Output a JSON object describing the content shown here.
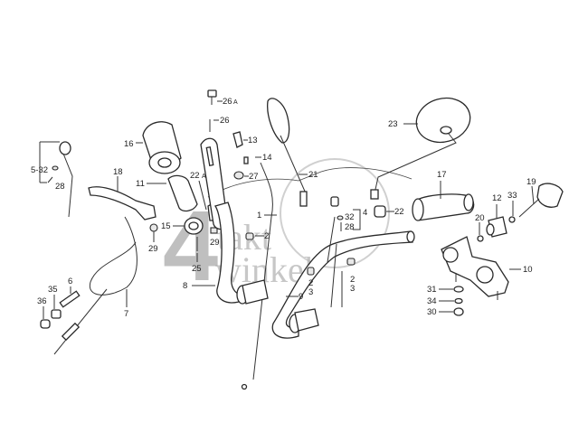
{
  "diagram": {
    "subject": "Motorcycle handlebar assembly exploded parts diagram",
    "watermark": {
      "digit": "4",
      "line1": "takt",
      "line2": "winkel"
    },
    "labels": {
      "l1": "1",
      "l2a": "2",
      "l2b": "2",
      "l3a": "3",
      "l2c": "2",
      "l3b": "3",
      "l4": "4",
      "l5_32": "5-32",
      "l6": "6",
      "l7": "7",
      "l8": "8",
      "l9": "9",
      "l10": "10",
      "l11": "11",
      "l12": "12",
      "l13": "13",
      "l14": "14",
      "l15": "15",
      "l16": "16",
      "l17": "17",
      "l18": "18",
      "l19": "19",
      "l20": "20",
      "l21": "21",
      "l22": "22",
      "l22a": "22",
      "l22a_suffix": "A",
      "l23": "23",
      "l25": "25",
      "l26": "26",
      "l26a": "26",
      "l26a_suffix": "A",
      "l27": "27",
      "l28a": "28",
      "l28b": "28",
      "l29a": "29",
      "l29b": "29",
      "l30": "30",
      "l31": "31",
      "l32": "32",
      "l33": "33",
      "l34": "34",
      "l35": "35",
      "l36": "36"
    }
  }
}
